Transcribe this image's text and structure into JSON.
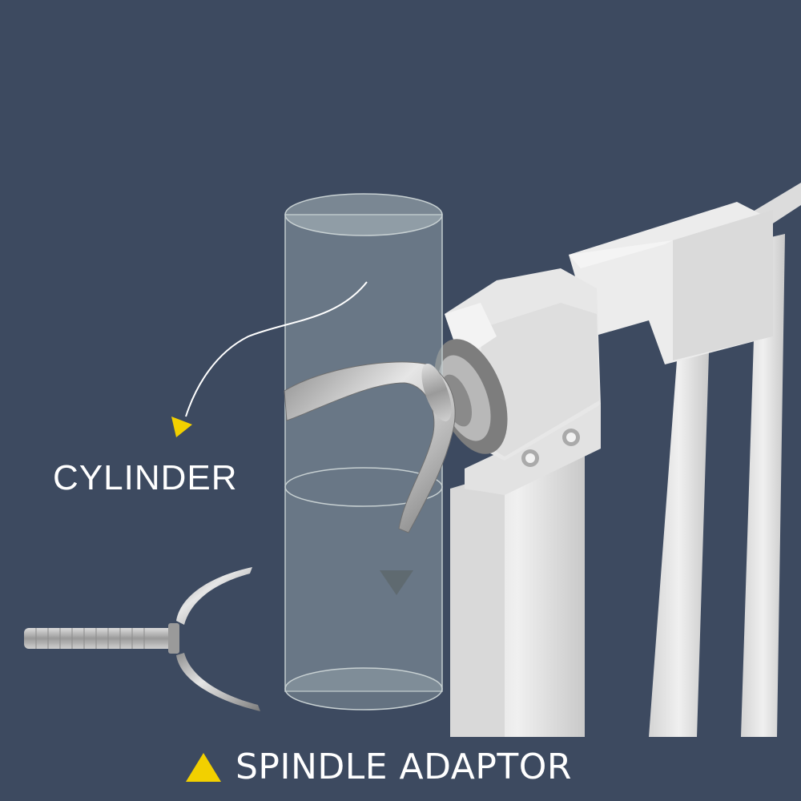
{
  "labels": {
    "cylinder": "CYLINDER",
    "spindle_adaptor": "SPINDLE ADAPTOR"
  },
  "colors": {
    "background": "#3d4a60",
    "accent_triangle": "#f2d000",
    "gate": "#e4e4e4"
  },
  "icons": {
    "down_arrow": "yellow-triangle-arrow",
    "bullet": "yellow-triangle-up"
  }
}
